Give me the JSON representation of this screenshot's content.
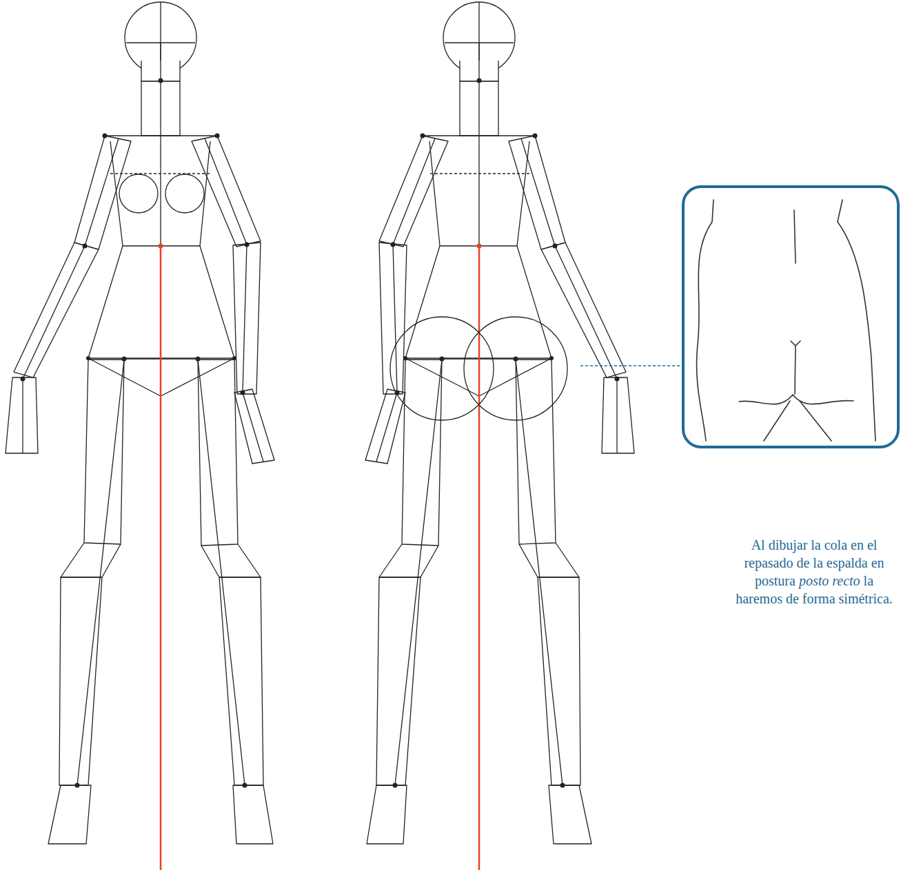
{
  "diagram": {
    "labels": [
      "Al dibujar la cola en el repasado de la espalda en postura",
      "posto recto",
      "la haremos de forma simétrica."
    ]
  }
}
